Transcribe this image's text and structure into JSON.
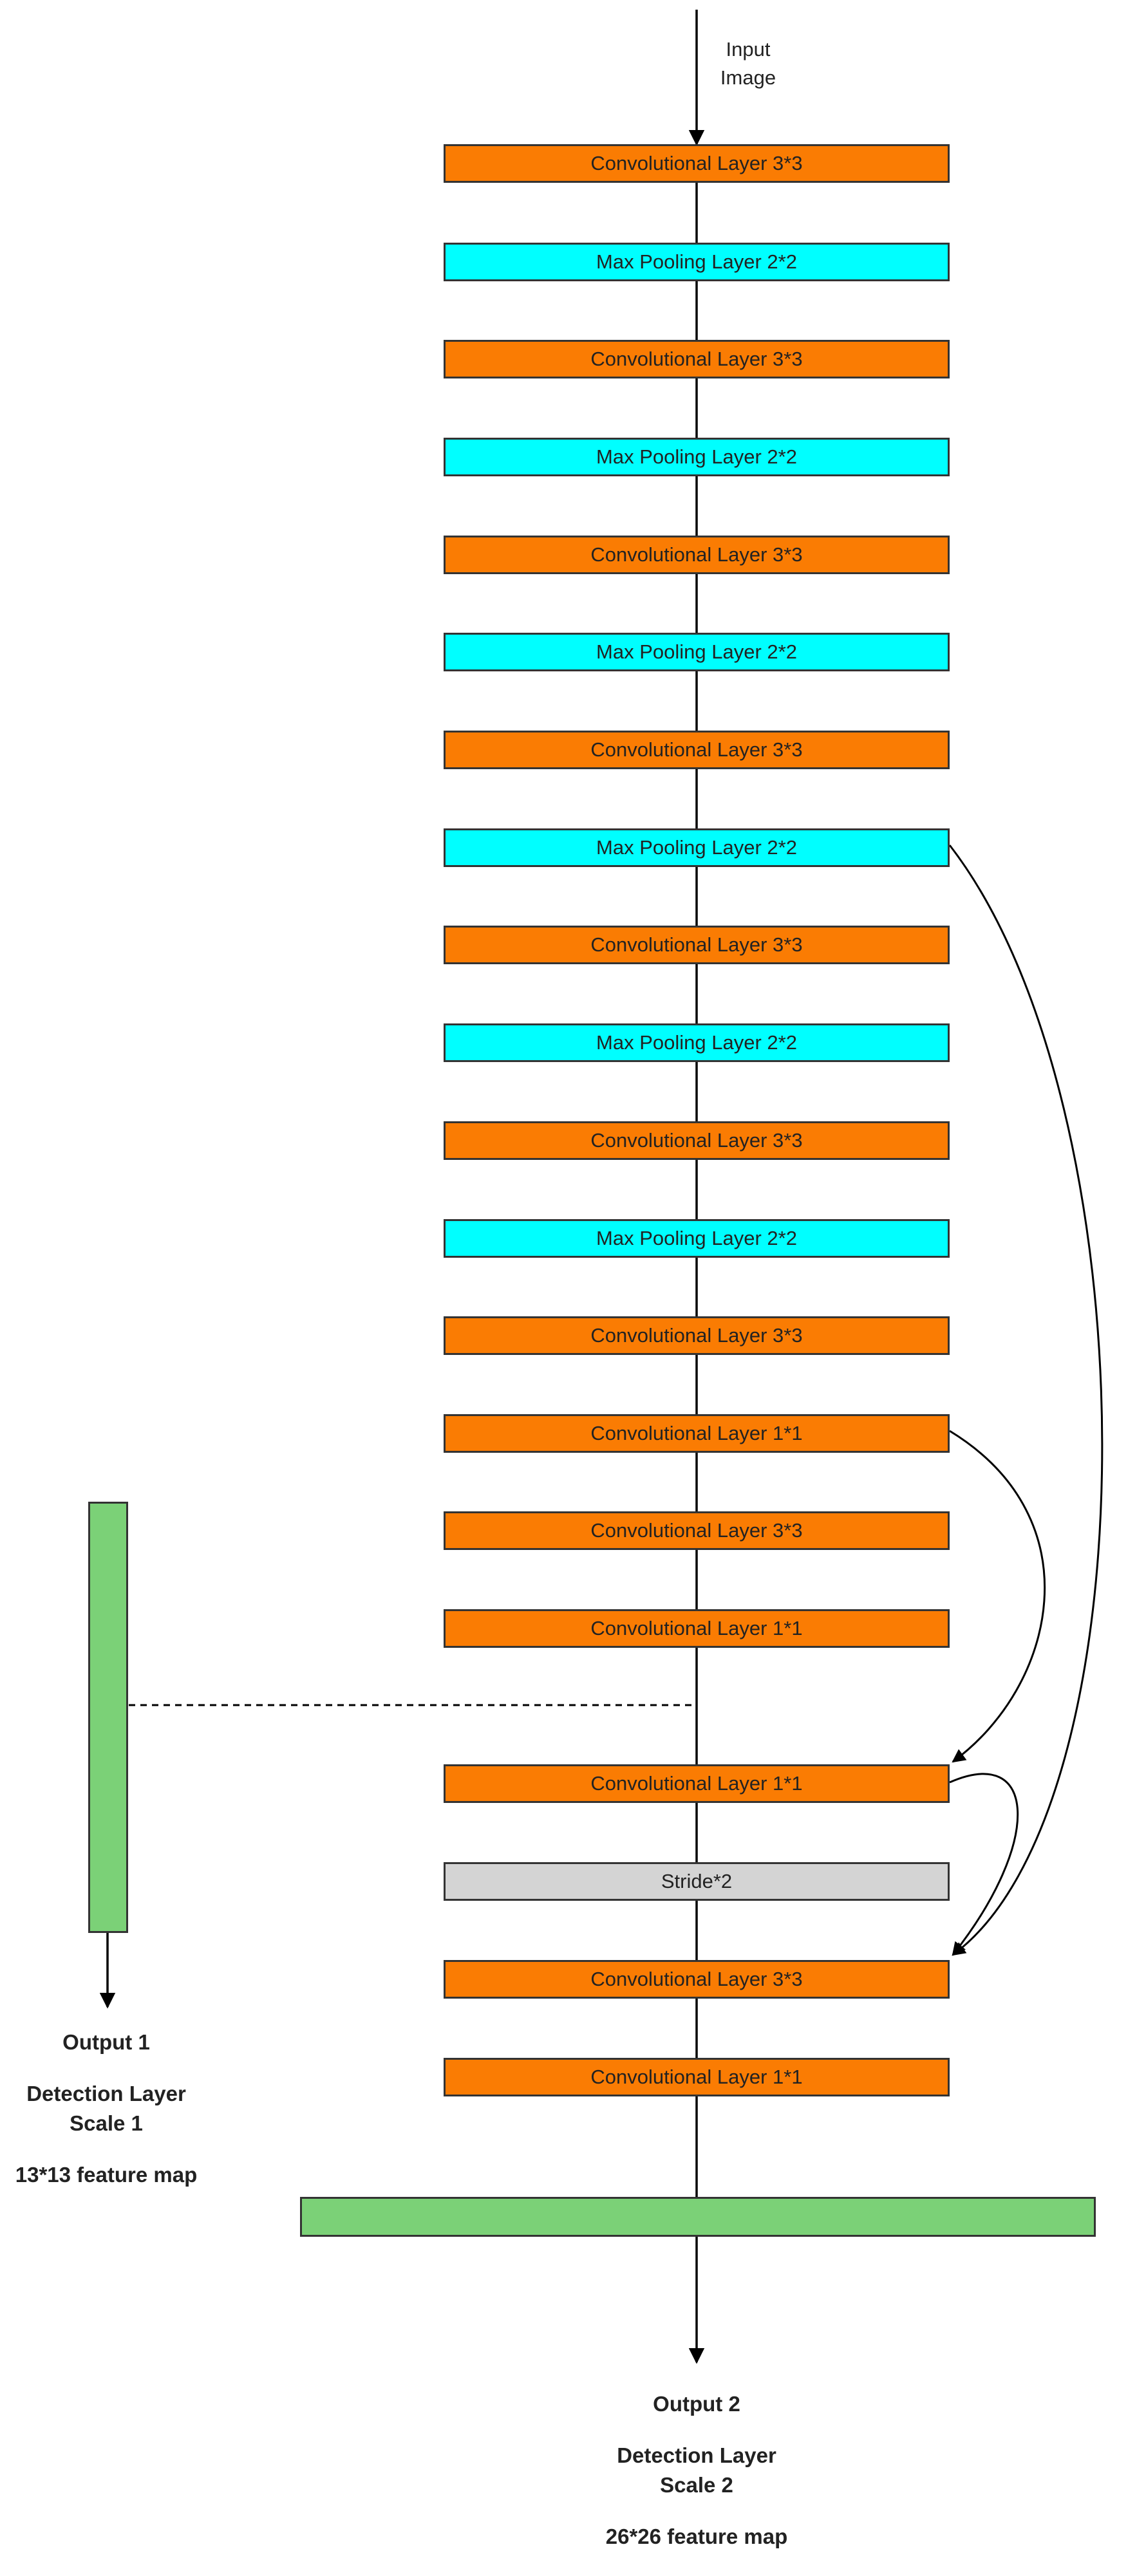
{
  "input_label": [
    "Input",
    "Image"
  ],
  "layers": [
    {
      "label": "Convolutional Layer 3*3",
      "kind": "conv"
    },
    {
      "label": "Max Pooling Layer 2*2",
      "kind": "pool"
    },
    {
      "label": "Convolutional Layer 3*3",
      "kind": "conv"
    },
    {
      "label": "Max Pooling Layer 2*2",
      "kind": "pool"
    },
    {
      "label": "Convolutional Layer 3*3",
      "kind": "conv"
    },
    {
      "label": "Max Pooling Layer 2*2",
      "kind": "pool"
    },
    {
      "label": "Convolutional Layer 3*3",
      "kind": "conv"
    },
    {
      "label": "Max Pooling Layer 2*2",
      "kind": "pool"
    },
    {
      "label": "Convolutional Layer 3*3",
      "kind": "conv"
    },
    {
      "label": "Max Pooling Layer 2*2",
      "kind": "pool"
    },
    {
      "label": "Convolutional Layer 3*3",
      "kind": "conv"
    },
    {
      "label": "Max Pooling Layer 2*2",
      "kind": "pool"
    },
    {
      "label": "Convolutional Layer 3*3",
      "kind": "conv"
    },
    {
      "label": "Convolutional Layer 1*1",
      "kind": "conv"
    },
    {
      "label": "Convolutional Layer 3*3",
      "kind": "conv"
    },
    {
      "label": "Convolutional Layer 1*1",
      "kind": "conv"
    },
    {
      "label": "Convolutional Layer 1*1",
      "kind": "conv"
    },
    {
      "label": "Stride*2",
      "kind": "stride"
    },
    {
      "label": "Convolutional Layer 3*3",
      "kind": "conv"
    },
    {
      "label": "Convolutional Layer 1*1",
      "kind": "conv"
    }
  ],
  "output1": {
    "title": "Output 1",
    "detection": [
      "Detection Layer",
      "Scale 1"
    ],
    "feature": "13*13 feature map"
  },
  "output2": {
    "title": "Output 2",
    "detection": [
      "Detection Layer",
      "Scale 2"
    ],
    "feature": "26*26 feature map"
  },
  "colors": {
    "conv": "#fa7c03",
    "pool": "#00ffff",
    "stride": "#d4d4d4",
    "detection": "#7bd177",
    "line": "#000000"
  }
}
